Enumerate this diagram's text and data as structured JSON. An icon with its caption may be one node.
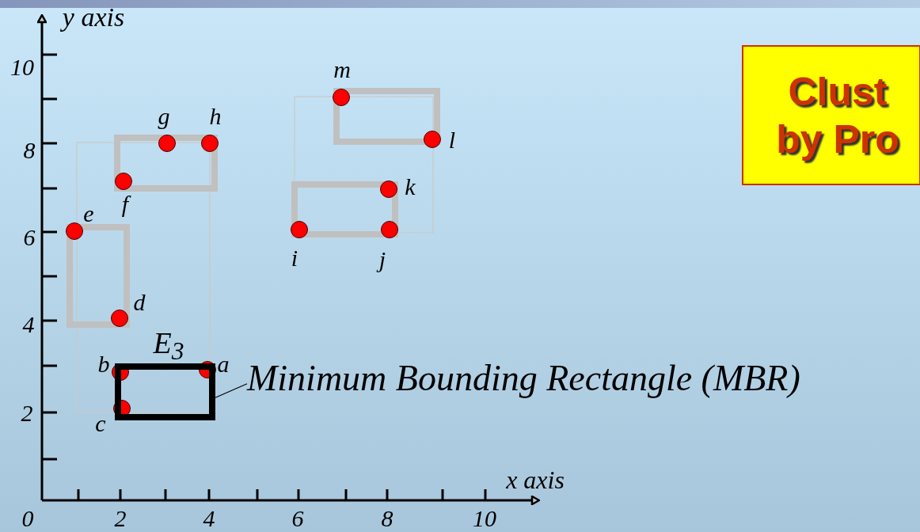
{
  "diagram": {
    "nodes": [
      {
        "text": [
          "Clust by Pro"
        ]
      },
      {
        "text": [
          "Minimum Bounding Rectangle (MBR)"
        ]
      },
      {
        "text": [],
        "shape": "box",
        "beside": [
          "E$_{3}$"
        ]
      }
    ],
    "edges": [
      {
        "from": 1,
        "to": 2,
        "arrow": "none"
      }
    ],
    "labels": [
      "y axis",
      "m",
      "10",
      "g",
      "h",
      "l",
      "8",
      "k",
      "f",
      "e",
      "6",
      "i",
      "j",
      "d",
      "4",
      "b",
      "a",
      "2",
      "c",
      "x axis",
      "0",
      "2",
      "4",
      "6",
      "8",
      "10"
    ]
  }
}
